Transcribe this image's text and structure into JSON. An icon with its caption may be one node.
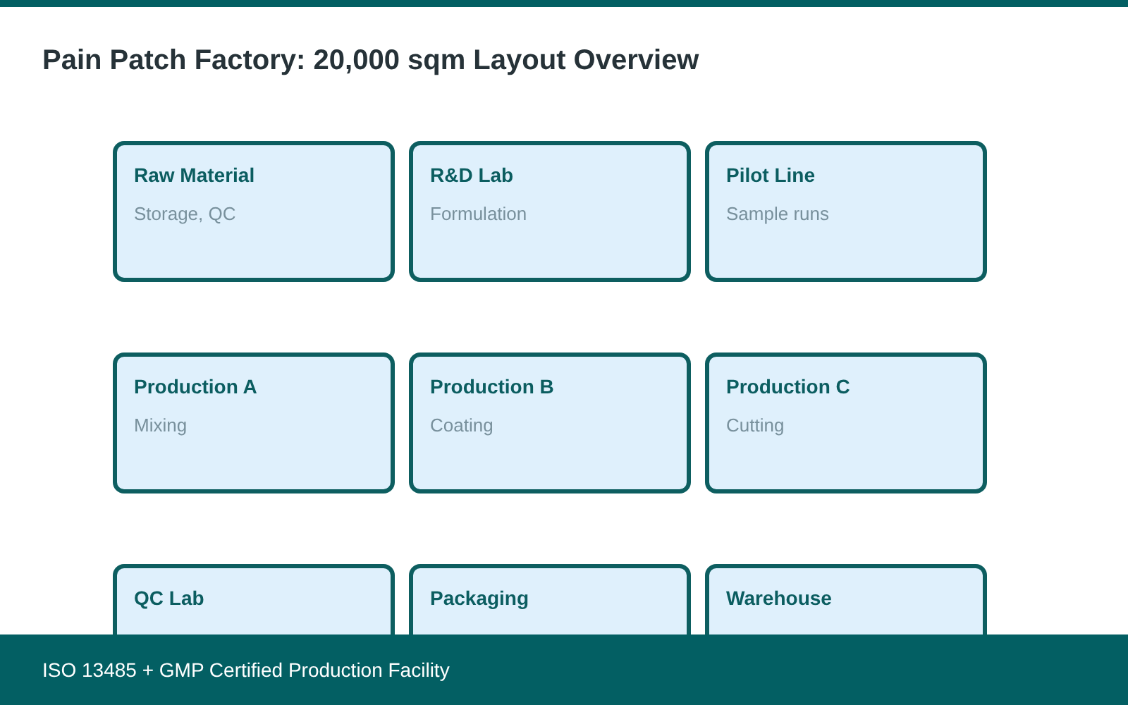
{
  "diagram": {
    "title": "Pain Patch Factory: 20,000 sqm Layout Overview",
    "nodes": [
      {
        "text": [
          "Raw Material",
          "Storage, QC"
        ]
      },
      {
        "text": [
          "R&D Lab",
          "Formulation"
        ]
      },
      {
        "text": [
          "Pilot Line",
          "Sample runs"
        ]
      },
      {
        "text": [
          "Production A",
          "Mixing"
        ]
      },
      {
        "text": [
          "Production B",
          "Coating"
        ]
      },
      {
        "text": [
          "Production C",
          "Cutting"
        ]
      },
      {
        "text": [
          "QC Lab"
        ]
      },
      {
        "text": [
          "Packaging"
        ]
      },
      {
        "text": [
          "Warehouse"
        ]
      }
    ],
    "caption": "ISO 13485 + GMP Certified Production Facility"
  }
}
